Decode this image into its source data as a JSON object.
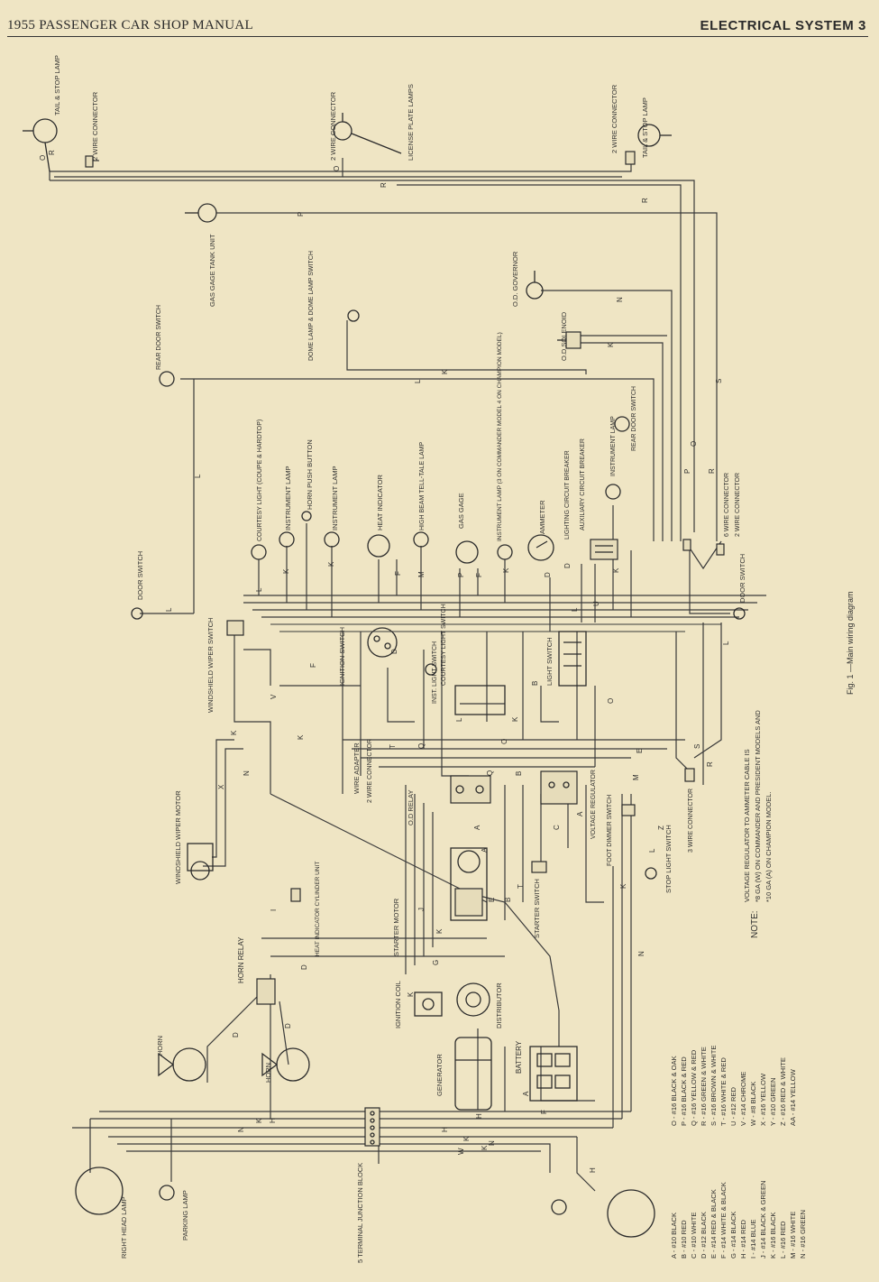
{
  "header": {
    "left": "1955 PASSENGER CAR SHOP MANUAL",
    "right": "ELECTRICAL SYSTEM 3"
  },
  "figure": {
    "caption": "Fig. 1 —Main wiring diagram"
  },
  "note": {
    "title": "NOTE:",
    "lines": [
      "VOLTAGE REGULATOR TO AMMETER CABLE IS",
      "*8 GA (W) ON COMMANDER AND PRESIDENT MODELS AND",
      "*10 GA (A) ON CHAMPION MODEL."
    ]
  },
  "legend": {
    "col1": [
      "A - #10 BLACK",
      "B - #10 RED",
      "C - #10 WHITE",
      "D - #12 BLACK",
      "E - #14 RED & BLACK",
      "F - #14 WHITE & BLACK",
      "G - #14 BLACK",
      "H - #14 RED",
      "I - #14 BLUE",
      "J - #14 BLACK & GREEN",
      "K - #16 BLACK",
      "L - #16 RED",
      "M - #16 WHITE",
      "N - #16 GREEN"
    ],
    "col2": [
      "O - #16 BLACK & OAK",
      "P - #16 BLACK & RED",
      "Q - #16 YELLOW & RED",
      "R - #16 GREEN & WHITE",
      "S - #16 BROWN & WHITE",
      "T - #16 WHITE & RED",
      "U - #12 RED",
      "V - #14 CHROME",
      "W - #8 BLACK",
      "X - #16 YELLOW",
      "Y - #10 GREEN",
      "Z - #16 RED & WHITE",
      "AA - #14 YELLOW"
    ]
  },
  "components": {
    "tail_stop_lamp_left": "TAIL & STOP LAMP",
    "two_wire_connector_left": "2 WIRE CONNECTOR",
    "two_wire_connector_plate": "2 WIRE CONNECTOR",
    "license_plate_lamps": "LICENSE PLATE LAMPS",
    "two_wire_connector_right": "2 WIRE CONNECTOR",
    "tail_stop_lamp_right": "TAIL & STOP LAMP",
    "gas_gage_tank_unit": "GAS GAGE TANK UNIT",
    "od_governor": "O.D. GOVERNOR",
    "od_solenoid": "O.D SOLENOID",
    "dome_lamp": "DOME LAMP & DOME LAMP SWITCH",
    "rear_door_switch_left": "REAR DOOR SWITCH",
    "rear_door_switch_right": "REAR DOOR SWITCH",
    "instrument_lamp_right": "INSTRUMENT LAMP",
    "lighting_circuit_breaker": "LIGHTING CIRCUIT BREAKER",
    "auxiliary_circuit_breaker": "AUXILIARY CIRCUIT BREAKER",
    "ammeter": "AMMETER",
    "instrument_lamp_model": "INSTRUMENT LAMP (3 ON COMMANDER MODEL 4 ON CHAMPION MODEL)",
    "gas_gage": "GAS GAGE",
    "high_beam": "HIGH BEAM TELL-TALE LAMP",
    "heat_indicator": "HEAT INDICATOR",
    "instrument_lamp_2": "INSTRUMENT LAMP",
    "horn_push_button": "HORN PUSH BUTTON",
    "instrument_lamp_1": "INSTRUMENT LAMP",
    "courtesy_light": "COURTESY LIGHT (COUPE & HARDTOP)",
    "door_switch_left": "DOOR SWITCH",
    "six_wire_connector": "6 WIRE CONNECTOR",
    "two_wire_connector_mid": "2 WIRE CONNECTOR",
    "door_switch_right": "DOOR SWITCH",
    "windshield_wiper_switch": "WINDSHIELD WIPER SWITCH",
    "ignition_switch": "IGNITION SWITCH",
    "courtesy_switch": "COURTESY LIGHT SWITCH",
    "inst_light_switch": "INST. LIGHT SWITCH",
    "light_switch": "LIGHT SWITCH",
    "wire_adapter": "WIRE ADAPTER",
    "two_wire_connector_relay": "2 WIRE CONNECTOR",
    "od_relay": "O.D RELAY",
    "voltage_regulator": "VOLTAGE REGULATOR",
    "foot_dimmer_switch": "FOOT DIMMER SWITCH",
    "three_wire_connector": "3 WIRE CONNECTOR",
    "stop_light_switch": "STOP LIGHT SWITCH",
    "windshield_wiper_motor": "WINDSHIELD WIPER MOTOR",
    "heat_indicator_unit": "HEAT INDICATOR CYLINDER UNIT",
    "starter_motor": "STARTER MOTOR",
    "starter_switch": "STARTER SWITCH",
    "horn_relay": "HORN RELAY",
    "ignition_coil": "IGNITION COIL",
    "distributor": "DISTRIBUTOR",
    "horn_1": "HORN",
    "horn_2": "HORN",
    "generator": "GENERATOR",
    "battery": "BATTERY",
    "right_head_lamp": "RIGHT HEAD LAMP",
    "parking_lamp": "PARKING LAMP",
    "junction_block": "5 TERMINAL JUNCTION BLOCK"
  }
}
